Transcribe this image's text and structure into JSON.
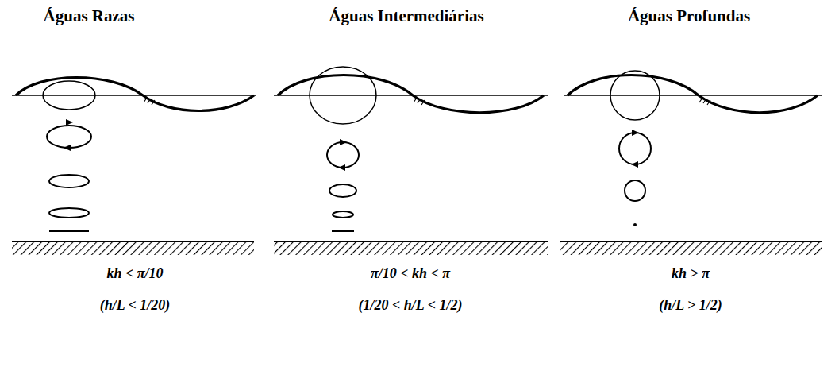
{
  "diagram": {
    "labels": [
      "Águas Razas",
      "Águas Intermediárias",
      "Águas Profundas",
      "kh < π/10",
      "(h/L < 1/20)",
      "π/10 < kh < π",
      "(1/20 < h/L < 1/2)",
      "kh > π",
      "(h/L > 1/2)"
    ]
  }
}
